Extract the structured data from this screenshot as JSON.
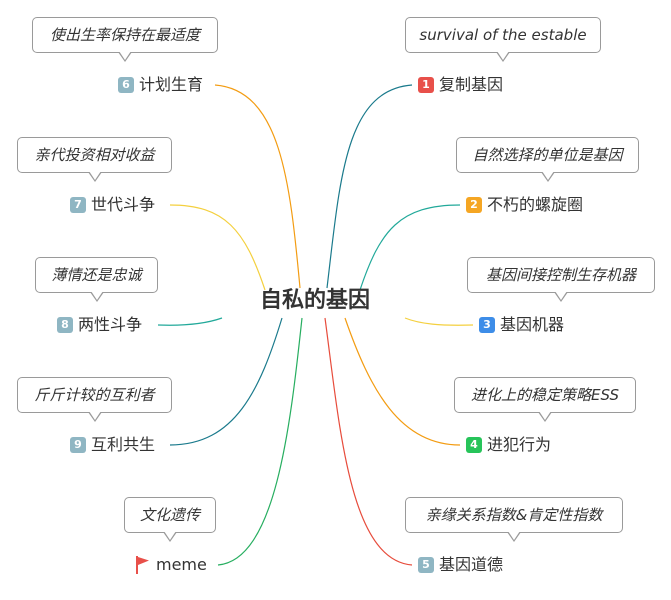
{
  "center": {
    "label": "自私的基因"
  },
  "colors": {
    "badge_red": "#e8504a",
    "badge_orange": "#f5a623",
    "badge_blue": "#3d8de8",
    "badge_green": "#27c45a",
    "badge_gray": "#8fb6c3",
    "flag_red": "#e8504a"
  },
  "right": [
    {
      "badge": "1",
      "label": "复制基因",
      "note": "survival of the estable",
      "line_color": "#1a7a8c"
    },
    {
      "badge": "2",
      "label": "不朽的螺旋圈",
      "note": "自然选择的单位是基因",
      "line_color": "#22a99a"
    },
    {
      "badge": "3",
      "label": "基因机器",
      "note": "基因间接控制生存机器",
      "line_color": "#f4d03f"
    },
    {
      "badge": "4",
      "label": "进犯行为",
      "note": "进化上的稳定策略ESS",
      "line_color": "#f39c12"
    },
    {
      "badge": "5",
      "label": "基因道德",
      "note": "亲缘关系指数&肯定性指数",
      "line_color": "#e74c3c"
    }
  ],
  "left": [
    {
      "badge": "6",
      "label": "计划生育",
      "note": "使出生率保持在最适度",
      "line_color": "#f39c12"
    },
    {
      "badge": "7",
      "label": "世代斗争",
      "note": "亲代投资相对收益",
      "line_color": "#f4d03f"
    },
    {
      "badge": "8",
      "label": "两性斗争",
      "note": "薄情还是忠诚",
      "line_color": "#22a99a"
    },
    {
      "badge": "9",
      "label": "互利共生",
      "note": "斤斤计较的互利者",
      "line_color": "#1a7a8c"
    },
    {
      "badge": "",
      "label": "meme",
      "note": "文化遗传",
      "line_color": "#27ae60",
      "icon": "flag-icon"
    }
  ]
}
